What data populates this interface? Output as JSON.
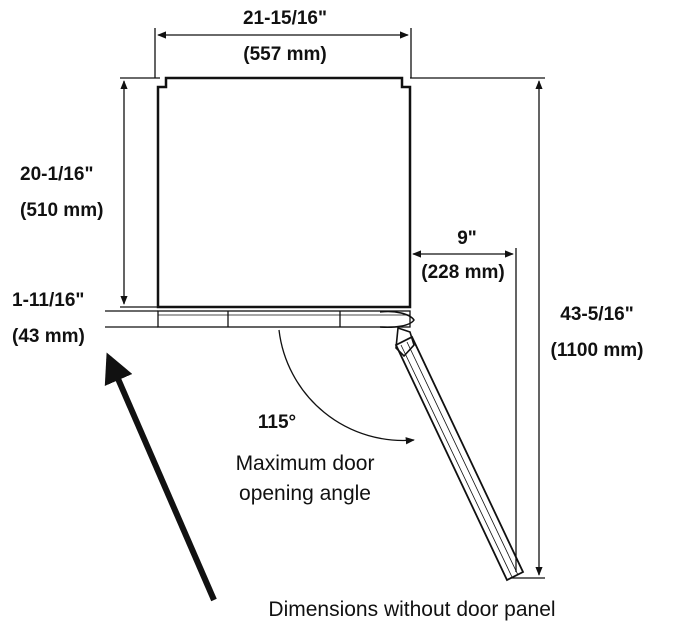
{
  "dimensions": {
    "width": {
      "imperial": "21-15/16\"",
      "metric": "(557 mm)"
    },
    "depth_body": {
      "imperial": "20-1/16\"",
      "metric": "(510 mm)"
    },
    "door_thickness": {
      "imperial": "1-11/16\"",
      "metric": "(43 mm)"
    },
    "door_clearance": {
      "imperial": "9\"",
      "metric": "(228 mm)"
    },
    "total_depth_open": {
      "imperial": "43-5/16\"",
      "metric": "(1100 mm)"
    }
  },
  "door_angle": {
    "value": "115°",
    "caption_line1": "Maximum door",
    "caption_line2": "opening angle"
  },
  "note": "Dimensions without door panel",
  "colors": {
    "line": "#111111",
    "background": "#ffffff"
  }
}
